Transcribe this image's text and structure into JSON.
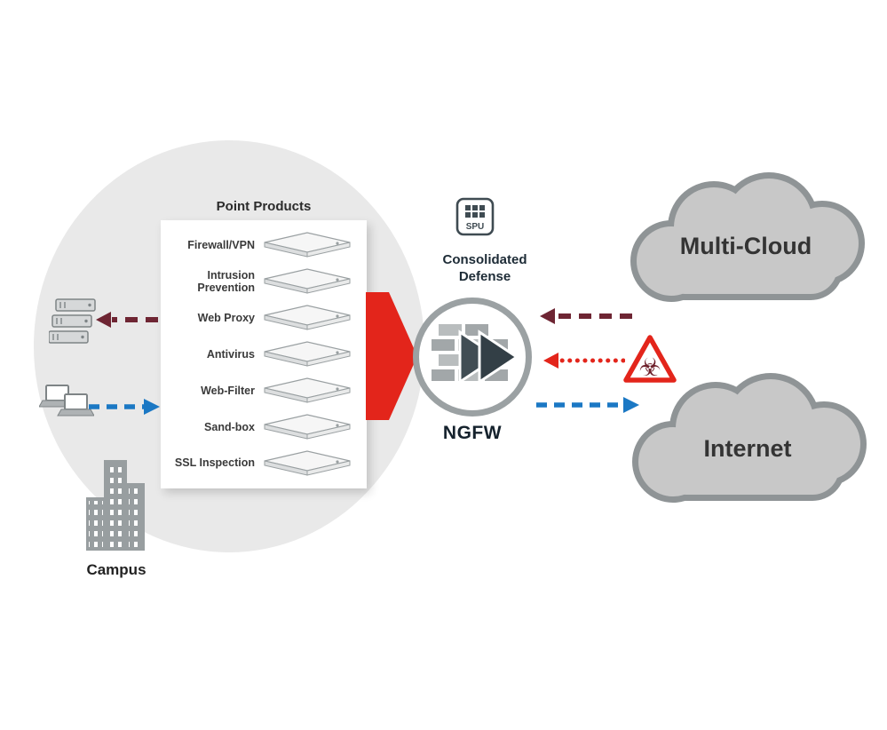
{
  "colors": {
    "accent_red": "#e3251b",
    "maroon": "#6e2533",
    "blue": "#1b78c4",
    "zone_gray": "#e9e9e9",
    "cloud_fill": "#c8c8c8",
    "cloud_border": "#8f9496",
    "dark_text": "#1d2b36"
  },
  "point_products": {
    "title": "Point Products",
    "items": [
      "Firewall/VPN",
      "Intrusion\nPrevention",
      "Web Proxy",
      "Antivirus",
      "Web-Filter",
      "Sand-box",
      "SSL Inspection"
    ]
  },
  "campus": {
    "label": "Campus"
  },
  "spu": {
    "label": "SPU"
  },
  "consolidated_defense": {
    "label": "Consolidated\nDefense"
  },
  "ngfw": {
    "label": "NGFW"
  },
  "clouds": {
    "multi_cloud": "Multi-Cloud",
    "internet": "Internet"
  },
  "icons": {
    "biohazard_glyph": "☣"
  }
}
